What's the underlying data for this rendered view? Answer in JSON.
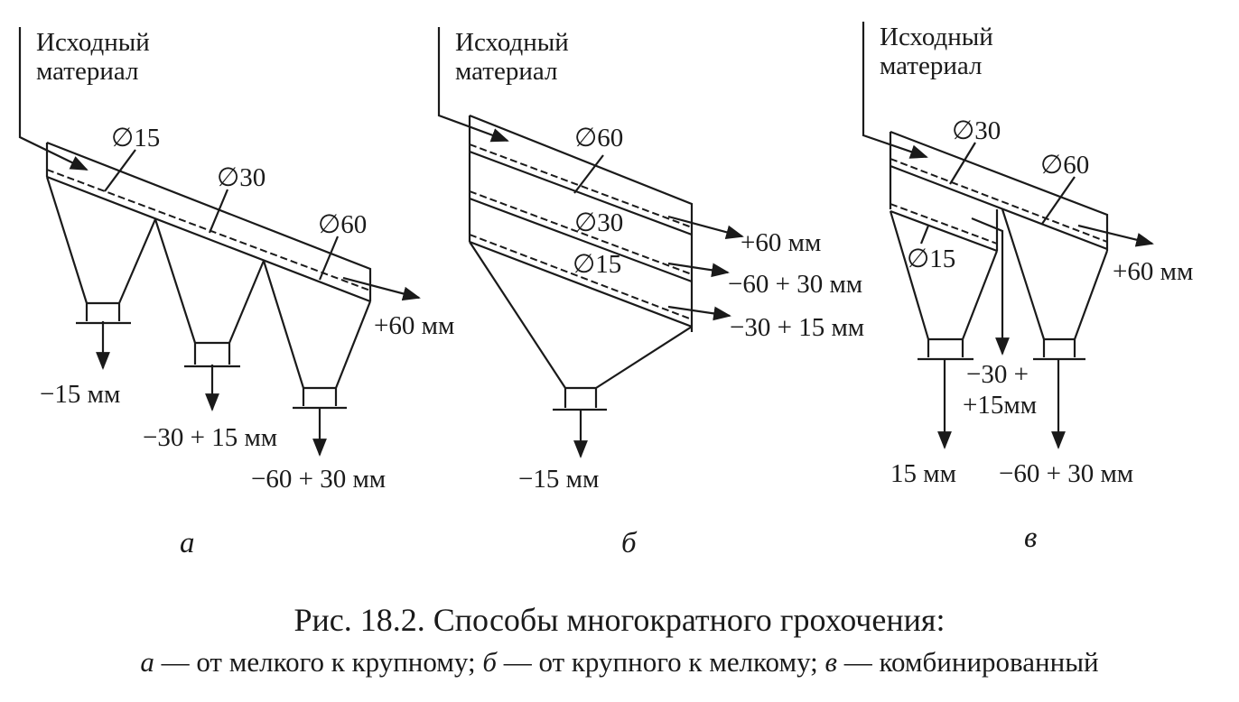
{
  "caption": {
    "title": "Рис. 18.2. Способы многократного грохочения:",
    "a_letter": "а",
    "a_text": " — от мелкого к крупному; ",
    "b_letter": "б",
    "b_text": " — от крупного к мелкому; ",
    "c_letter": "в",
    "c_text": " — комбинированный"
  },
  "diagrams": {
    "a": {
      "feed": [
        "Исходный",
        "материал"
      ],
      "sieves": [
        "∅15",
        "∅30",
        "∅60"
      ],
      "products": [
        "−15 мм",
        "−30 + 15 мм",
        "−60 + 30 мм",
        "+60 мм"
      ],
      "label": "а"
    },
    "b": {
      "feed": [
        "Исходный",
        "материал"
      ],
      "sieves": [
        "∅60",
        "∅30",
        "∅15"
      ],
      "products": [
        "+60 мм",
        "−60 + 30 мм",
        "−30 + 15 мм",
        "−15 мм"
      ],
      "label": "б"
    },
    "c": {
      "feed": [
        "Исходный",
        "материал"
      ],
      "sieves": [
        "∅30",
        "∅60",
        "∅15"
      ],
      "products": [
        "+60 мм",
        "−30 +",
        "+15мм",
        "15 мм",
        "−60 + 30 мм"
      ],
      "label": "в"
    }
  }
}
